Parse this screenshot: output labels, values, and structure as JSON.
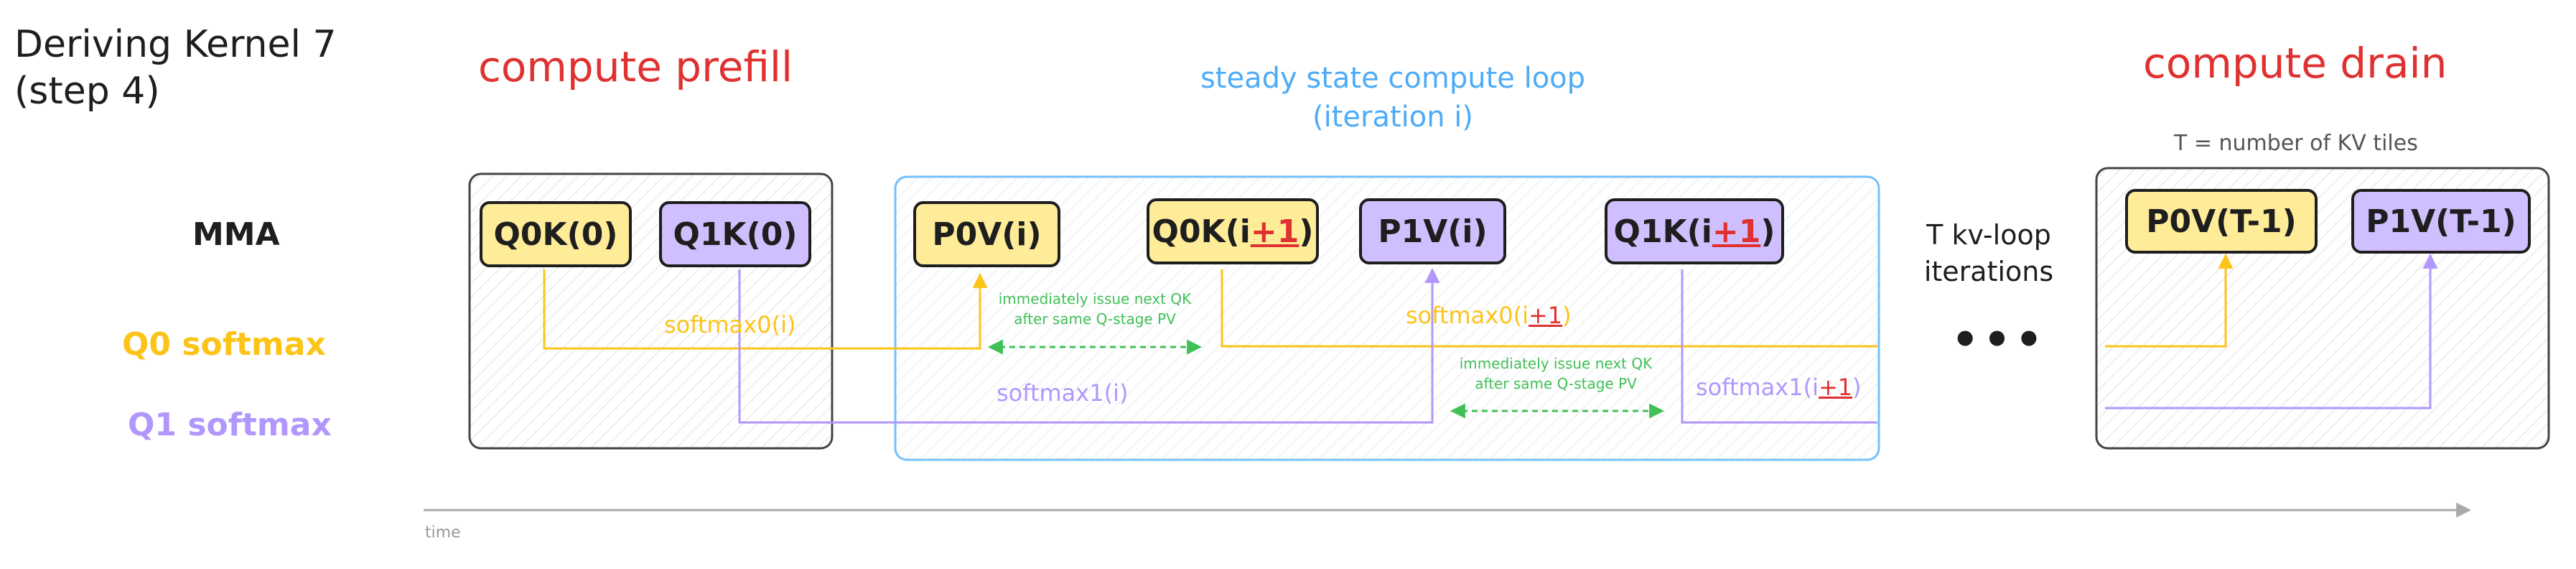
{
  "title": "Deriving Kernel 7\n(step 4)",
  "phases": {
    "prefill": "compute prefill",
    "steady_line1": "steady state compute loop",
    "steady_line2": "(iteration i)",
    "drain": "compute drain"
  },
  "row_labels": {
    "mma": "MMA",
    "q0": "Q0 softmax",
    "q1": "Q1 softmax"
  },
  "colors": {
    "q0": "#fcc419",
    "q1": "#b197fc",
    "yellow_box": "#ffec99",
    "purple_box": "#d0bfff",
    "phase_title": "#e03131",
    "steady_title": "#4dabf7",
    "note_green": "#40c057",
    "plus_one": "#e03131"
  },
  "mma_boxes": {
    "q0k0": "Q0K(0)",
    "q1k0": "Q1K(0)",
    "p0vi": "P0V(i)",
    "q0ki1_prefix": "Q0K(i",
    "q0ki1_plus": "+1",
    "q0ki1_suffix": ")",
    "p1vi": "P1V(i)",
    "q1ki1_prefix": "Q1K(i",
    "q1ki1_plus": "+1",
    "q1ki1_suffix": ")",
    "p0vt": "P0V(T-1)",
    "p1vt": "P1V(T-1)"
  },
  "softmax_labels": {
    "sm0_i": "softmax0(i)",
    "sm1_i": "softmax1(i)",
    "sm0_i1_prefix": "softmax0(i",
    "sm0_i1_plus": "+1",
    "sm0_i1_suffix": ")",
    "sm1_i1_prefix": "softmax1(i",
    "sm1_i1_plus": "+1",
    "sm1_i1_suffix": ")"
  },
  "notes": {
    "note1_line1": "immediately issue next QK",
    "note1_line2": "after same Q-stage PV",
    "note2_line1": "immediately issue next QK",
    "note2_line2": "after same Q-stage PV"
  },
  "drain_note": "T = number of KV tiles",
  "kv_loop_line1": "T kv-loop",
  "kv_loop_line2": "iterations",
  "ellipsis": "•••",
  "time_label": "time"
}
